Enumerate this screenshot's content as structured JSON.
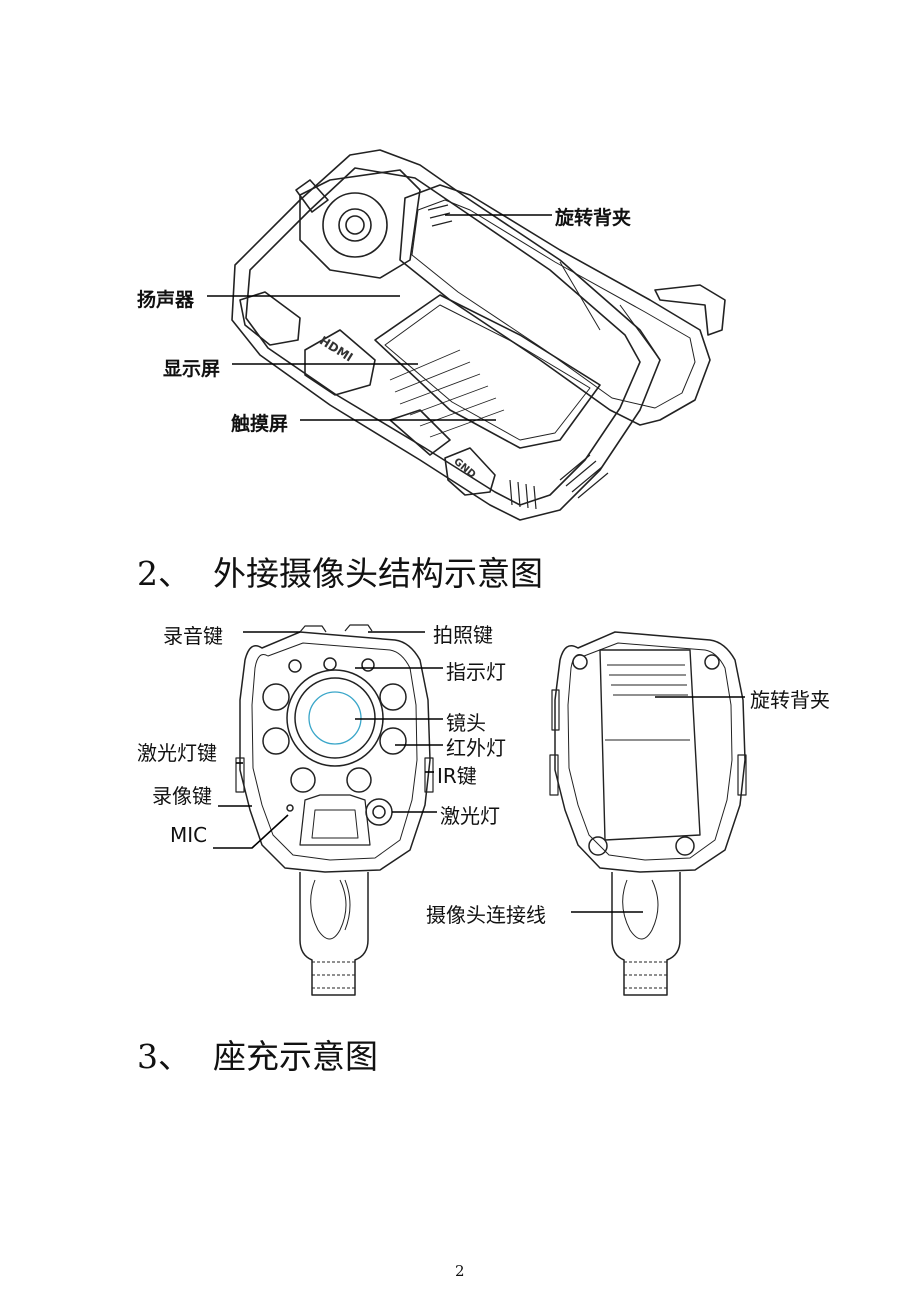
{
  "figure1": {
    "labels": {
      "back_clip": "旋转背夹",
      "speaker": "扬声器",
      "display": "显示屏",
      "touchscreen": "触摸屏"
    },
    "hdmi_text": "HDMI",
    "gnd_text": "GND"
  },
  "section2": {
    "number": "2、",
    "title": "外接摄像头结构示意图"
  },
  "figure2": {
    "labels": {
      "record_audio_key": "录音键",
      "photo_key": "拍照键",
      "indicator_light": "指示灯",
      "lens": "镜头",
      "laser_key": "激光灯键",
      "infrared_light": "红外灯",
      "ir_key": "IR键",
      "record_video_key": "录像键",
      "laser_light": "激光灯",
      "mic": "MIC",
      "back_clip": "旋转背夹",
      "camera_cable": "摄像头连接线"
    }
  },
  "section3": {
    "number": "3、",
    "title": "座充示意图"
  },
  "page_number": "2"
}
